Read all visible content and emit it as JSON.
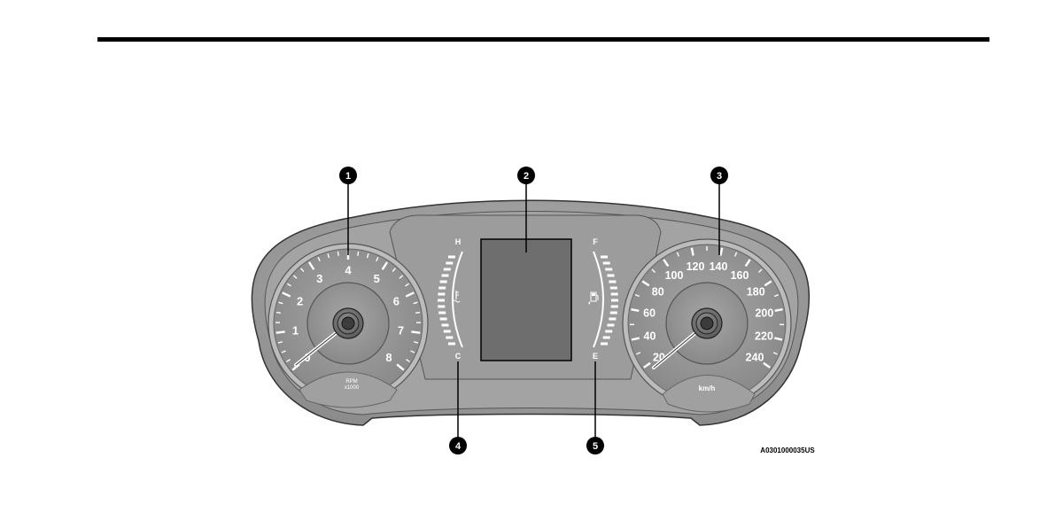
{
  "figure_code": "A0301000035US",
  "callouts": [
    "1",
    "2",
    "3",
    "4",
    "5"
  ],
  "tachometer": {
    "ticks": [
      "0",
      "1",
      "2",
      "3",
      "4",
      "5",
      "6",
      "7",
      "8"
    ],
    "unit_line1": "RPM",
    "unit_line2": "x1000"
  },
  "speedometer": {
    "ticks": [
      "20",
      "40",
      "60",
      "80",
      "100",
      "120",
      "140",
      "160",
      "180",
      "200",
      "220",
      "240"
    ],
    "unit": "km/h"
  },
  "temp_gauge": {
    "high": "H",
    "low": "C",
    "icon": "coolant-temp-icon"
  },
  "fuel_gauge": {
    "full": "F",
    "empty": "E",
    "icon": "fuel-pump-icon"
  },
  "colors": {
    "bezel": "#9a9a9a",
    "face": "#8c8c8c",
    "display": "#6e6e6e",
    "ink": "#000000",
    "label": "#ffffff"
  }
}
